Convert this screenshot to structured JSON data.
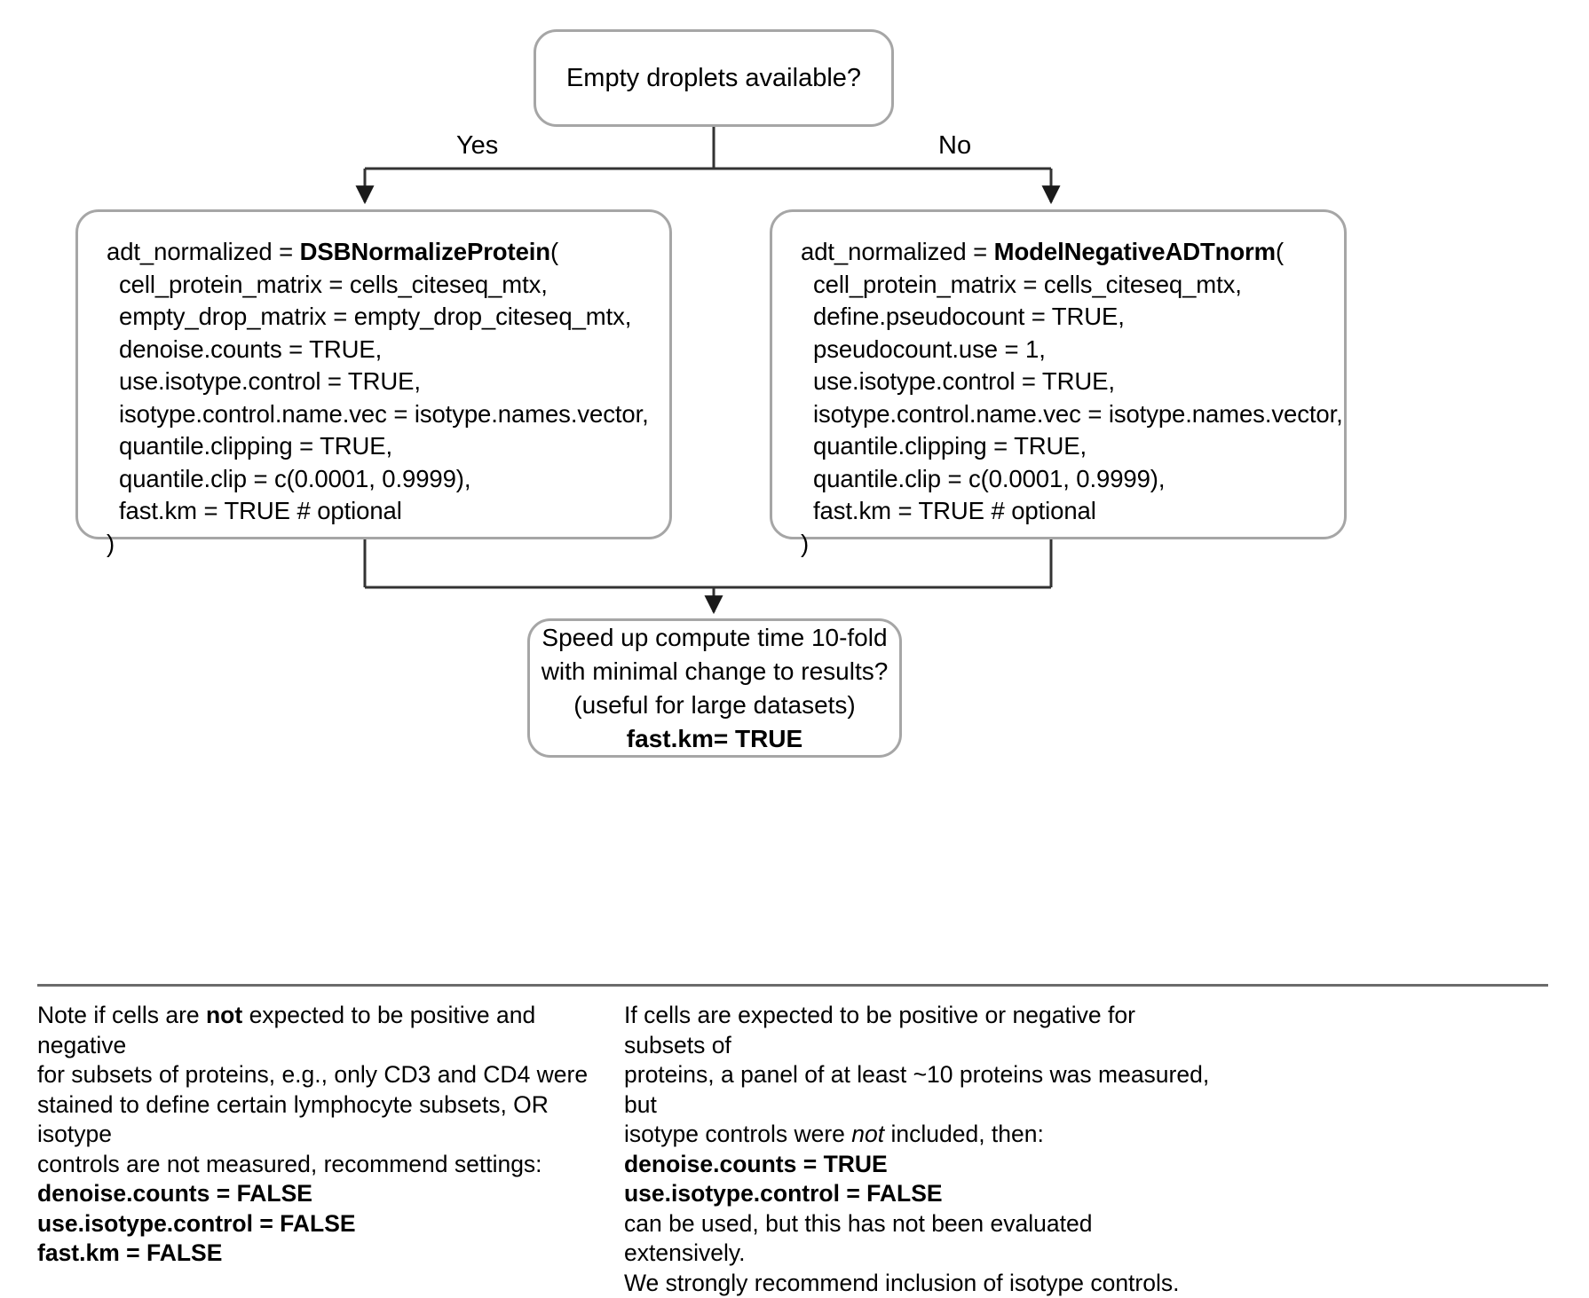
{
  "diagram": {
    "title": "dsb normalization decision flowchart",
    "colors": {
      "node_border": "#a6a6a6",
      "edge": "#333333",
      "rule": "#6b6b6b",
      "text": "#000000",
      "background": "#ffffff"
    },
    "root": {
      "label": "Empty droplets available?"
    },
    "branches": {
      "yes_label": "Yes",
      "no_label": "No"
    },
    "dsb_node": {
      "lines": [
        {
          "text": "adt_normalized = ",
          "bold_text": "DSBNormalizeProtein",
          "tail": "(",
          "indent": false
        },
        {
          "text": "cell_protein_matrix = cells_citeseq_mtx,",
          "indent": true
        },
        {
          "text": "empty_drop_matrix = empty_drop_citeseq_mtx,",
          "indent": true
        },
        {
          "text": "denoise.counts = TRUE,",
          "indent": true
        },
        {
          "text": "use.isotype.control = TRUE,",
          "indent": true
        },
        {
          "text": "isotype.control.name.vec = isotype.names.vector,",
          "indent": true
        },
        {
          "text": "quantile.clipping = TRUE,",
          "indent": true
        },
        {
          "text": "quantile.clip = c(0.0001, 0.9999),",
          "indent": true
        },
        {
          "text": "fast.km = TRUE # optional",
          "indent": true
        },
        {
          "text": ")",
          "indent": false
        }
      ]
    },
    "mna_node": {
      "lines": [
        {
          "text": "adt_normalized = ",
          "bold_text": "ModelNegativeADTnorm",
          "tail": "(",
          "indent": false
        },
        {
          "text": "cell_protein_matrix = cells_citeseq_mtx,",
          "indent": true
        },
        {
          "text": "define.pseudocount = TRUE,",
          "indent": true
        },
        {
          "text": "pseudocount.use = 1,",
          "indent": true
        },
        {
          "text": "use.isotype.control = TRUE,",
          "indent": true
        },
        {
          "text": "isotype.control.name.vec = isotype.names.vector,",
          "indent": true
        },
        {
          "text": "quantile.clipping = TRUE,",
          "indent": true
        },
        {
          "text": "quantile.clip = c(0.0001, 0.9999),",
          "indent": true
        },
        {
          "text": "fast.km = TRUE # optional",
          "indent": true
        },
        {
          "text": ")",
          "indent": false
        }
      ]
    },
    "fastkm_node": {
      "line1": "Speed up compute time 10-fold",
      "line2": "with minimal change to results?",
      "line3": "(useful for large datasets)",
      "line4_bold": "fast.km= TRUE"
    },
    "footer": {
      "left": {
        "paragraph": [
          "Note if cells are not expected to be positive and negative",
          "for subsets of proteins, e.g., only CD3 and CD4 were",
          "stained to define certain lymphocyte subsets, OR isotype",
          "controls are not measured, recommend settings:"
        ],
        "bold_lines": [
          "denoise.counts = FALSE",
          "use.isotype.control = FALSE",
          "fast.km = FALSE"
        ]
      },
      "right": {
        "paragraph": [
          "If cells are expected to be positive or negative for subsets of",
          "proteins, a panel of at least ~10 proteins was measured, but",
          "isotype controls were not included, then:"
        ],
        "bold_lines": [
          "denoise.counts = TRUE",
          "use.isotype.control = FALSE"
        ],
        "closing": [
          "can be used, but this has not been evaluated extensively.",
          "We strongly recommend inclusion of isotype controls."
        ]
      }
    }
  }
}
